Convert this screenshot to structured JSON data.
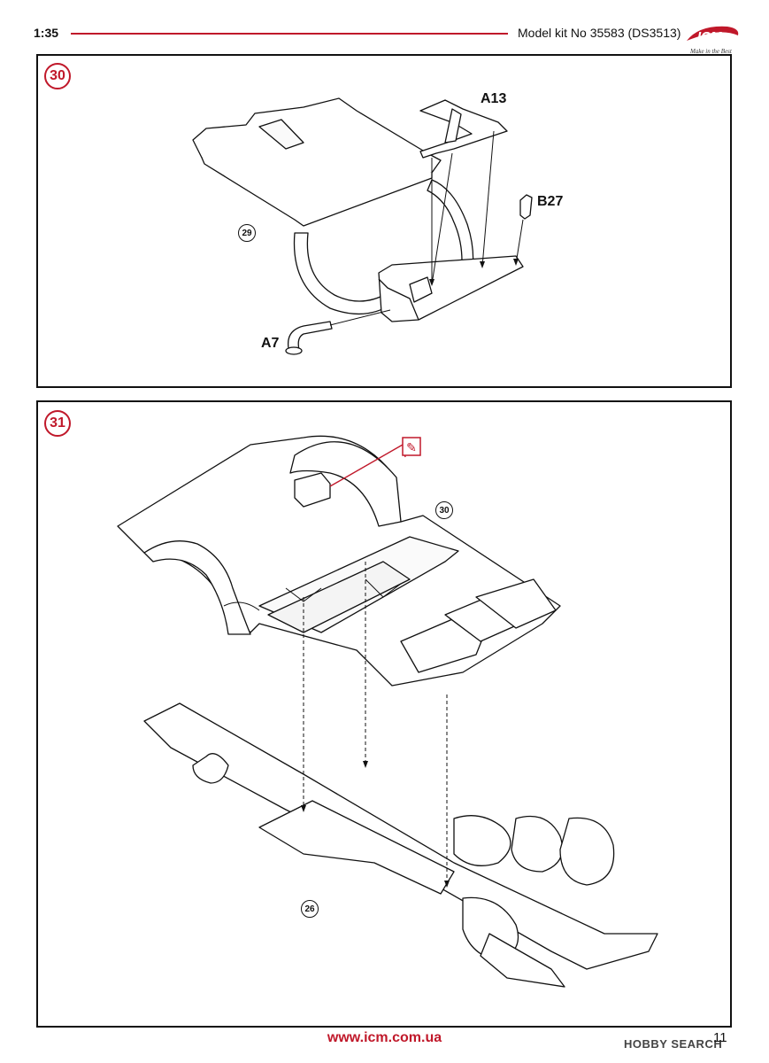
{
  "header": {
    "scale": "1:35",
    "kit": "Model kit No 35583 (DS3513)",
    "logo_text": "ICM",
    "logo_tagline": "Make in the Best"
  },
  "step30": {
    "number": "30",
    "parts": {
      "a13": "A13",
      "b27": "B27",
      "a7": "A7"
    },
    "ref": "29"
  },
  "step31": {
    "number": "31",
    "ref_top": "30",
    "ref_bottom": "26",
    "glue_icon": "glue-brush-icon"
  },
  "footer": {
    "url": "www.icm.com.ua",
    "page": "11",
    "watermark": "HOBBY SEARCH"
  },
  "colors": {
    "accent": "#c0182a",
    "ink": "#111111"
  }
}
